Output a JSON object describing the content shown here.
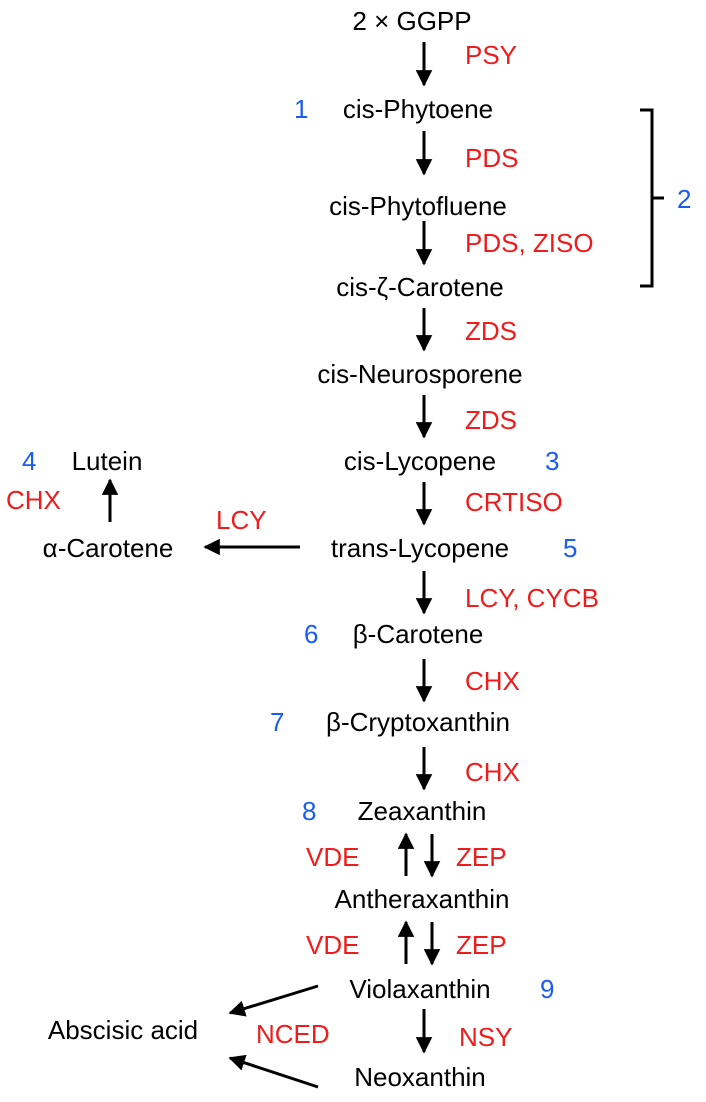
{
  "colors": {
    "metabolite": "#000000",
    "enzyme": "#ee1c1c",
    "number": "#1a5cf0"
  },
  "metabolites": {
    "ggpp": "2 × GGPP",
    "phytoene": "cis-Phytoene",
    "phytofluene": "cis-Phytofluene",
    "zeta_carotene": "cis-ζ-Carotene",
    "neurosporene": "cis-Neurosporene",
    "cis_lycopene": "cis-Lycopene",
    "trans_lycopene": "trans-Lycopene",
    "beta_carotene": "β-Carotene",
    "beta_cryptoxanthin": "β-Cryptoxanthin",
    "zeaxanthin": "Zeaxanthin",
    "antheraxanthin": "Antheraxanthin",
    "violaxanthin": "Violaxanthin",
    "neoxanthin": "Neoxanthin",
    "alpha_carotene": "α-Carotene",
    "lutein": "Lutein",
    "abscisic_acid": "Abscisic acid"
  },
  "enzymes": {
    "psy": "PSY",
    "pds": "PDS",
    "pds_ziso": "PDS, ZISO",
    "zds_1": "ZDS",
    "zds_2": "ZDS",
    "crtiso": "CRTISO",
    "lcy_cycb": "LCY, CYCB",
    "chx_1": "CHX",
    "chx_2": "CHX",
    "vde_1": "VDE",
    "zep_1": "ZEP",
    "vde_2": "VDE",
    "zep_2": "ZEP",
    "nsy": "NSY",
    "nced": "NCED",
    "lcy_alpha": "LCY",
    "chx_lutein": "CHX"
  },
  "numbers": {
    "n1": "1",
    "n2": "2",
    "n3": "3",
    "n4": "4",
    "n5": "5",
    "n6": "6",
    "n7": "7",
    "n8": "8",
    "n9": "9"
  }
}
